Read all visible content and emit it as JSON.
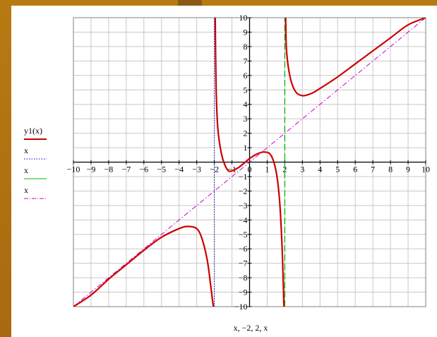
{
  "chart_data": {
    "type": "line",
    "title": "",
    "xlabel": "x, −2, 2, x",
    "ylabel": "",
    "xlim": [
      -10,
      10
    ],
    "ylim": [
      -10,
      10
    ],
    "grid": true,
    "grid_step": 1,
    "xticks": [
      -10,
      -9,
      -8,
      -7,
      -6,
      -5,
      -4,
      -3,
      -2,
      -1,
      0,
      1,
      2,
      3,
      4,
      5,
      6,
      7,
      8,
      9,
      10
    ],
    "yticks": [
      -10,
      -9,
      -8,
      -7,
      -6,
      -5,
      -4,
      -3,
      -2,
      -1,
      0,
      1,
      2,
      3,
      4,
      5,
      6,
      7,
      8,
      9,
      10
    ],
    "xtick_labels": [
      "−10",
      "−9",
      "−8",
      "−7",
      "−6",
      "−5",
      "−4",
      "−3",
      "−2",
      "−1",
      "0",
      "1",
      "2",
      "3",
      "4",
      "5",
      "6",
      "7",
      "8",
      "9",
      "10"
    ],
    "ytick_labels": [
      "−10",
      "−9",
      "−8",
      "−7",
      "−6",
      "−5",
      "−4",
      "−3",
      "−2",
      "−1",
      "0",
      "1",
      "2",
      "3",
      "4",
      "5",
      "6",
      "7",
      "8",
      "9",
      "10"
    ],
    "legend_position": "left",
    "series": [
      {
        "name": "y1(x)",
        "color": "#cc0000",
        "style": "solid",
        "branches": [
          {
            "x": [
              -10,
              -9,
              -8,
              -7,
              -6,
              -5,
              -4,
              -3.5,
              -3,
              -2.7,
              -2.4,
              -2.2,
              -2.1,
              -2.05
            ],
            "y": [
              -10,
              -9.2,
              -8.1,
              -7.1,
              -6.1,
              -5.2,
              -4.6,
              -4.45,
              -4.6,
              -5.3,
              -6.8,
              -8.6,
              -9.6,
              -10
            ]
          },
          {
            "x": [
              -1.95,
              -1.9,
              -1.8,
              -1.6,
              -1.4,
              -1.2,
              -1,
              -0.6,
              -0.2,
              0,
              0.4,
              0.8,
              1.2,
              1.5,
              1.7,
              1.85,
              1.95
            ],
            "y": [
              10,
              5.2,
              2.3,
              0.6,
              -0.2,
              -0.6,
              -0.6,
              -0.35,
              0.05,
              0.25,
              0.55,
              0.7,
              0.5,
              -0.6,
              -2.6,
              -6,
              -10
            ]
          },
          {
            "x": [
              2.05,
              2.1,
              2.3,
              2.6,
              3,
              3.5,
              4,
              5,
              6,
              7,
              8,
              9,
              10
            ],
            "y": [
              10,
              7.7,
              5.9,
              4.9,
              4.6,
              4.75,
              5.1,
              5.9,
              6.8,
              7.7,
              8.6,
              9.5,
              10
            ]
          }
        ]
      },
      {
        "name": "x",
        "color": "#0000cc",
        "style": "dotted",
        "x": [
          -2,
          -2
        ],
        "y": [
          -10,
          10
        ]
      },
      {
        "name": "x",
        "color": "#00bb00",
        "style": "dashed",
        "x": [
          2,
          2
        ],
        "y": [
          -10,
          10
        ]
      },
      {
        "name": "x",
        "color": "#cc00cc",
        "style": "dashdot",
        "x": [
          -10,
          10
        ],
        "y": [
          -10,
          10
        ]
      }
    ]
  }
}
